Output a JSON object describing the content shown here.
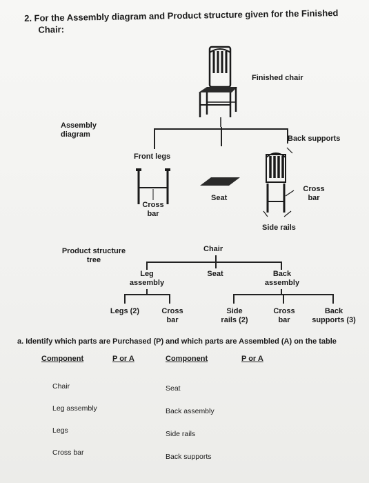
{
  "question": {
    "line1": "2. For the Assembly diagram and Product structure given for the Finished",
    "line2": "Chair:"
  },
  "assembly": {
    "heading_line1": "Assembly",
    "heading_line2": "diagram",
    "finished_chair": "Finished chair",
    "back_supports": "Back supports",
    "front_legs": "Front legs",
    "seat": "Seat",
    "cross_bar_left_1": "Cross",
    "cross_bar_left_2": "bar",
    "cross_bar_right_1": "Cross",
    "cross_bar_right_2": "bar",
    "side_rails": "Side rails"
  },
  "product_structure": {
    "heading_line1": "Product structure",
    "heading_line2": "tree",
    "root": "Chair",
    "level1": [
      {
        "line1": "Leg",
        "line2": "assembly"
      },
      {
        "line1": "Seat",
        "line2": ""
      },
      {
        "line1": "Back",
        "line2": "assembly"
      }
    ],
    "level2": [
      {
        "line1": "Legs (2)",
        "line2": ""
      },
      {
        "line1": "Cross",
        "line2": "bar"
      },
      {
        "line1": "Side",
        "line2": "rails (2)"
      },
      {
        "line1": "Cross",
        "line2": "bar"
      },
      {
        "line1": "Back",
        "line2": "supports (3)"
      }
    ]
  },
  "part_a": {
    "prompt": "a.  Identify which parts are Purchased (P) and which parts are Assembled (A) on the table",
    "headers": [
      "Component",
      "P or A",
      "Component",
      "P or A"
    ],
    "left_components": [
      "Chair",
      "Leg assembly",
      "Legs",
      "Cross bar"
    ],
    "right_components": [
      "Seat",
      "Back assembly",
      "Side rails",
      "Back supports"
    ]
  }
}
